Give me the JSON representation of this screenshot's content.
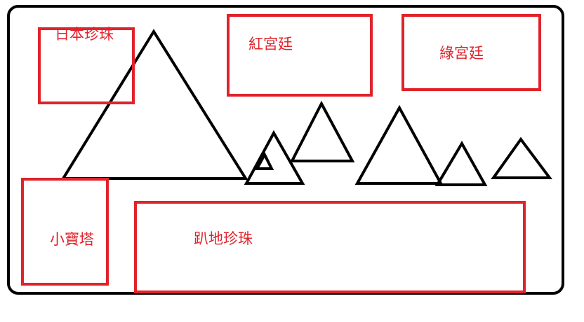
{
  "colors": {
    "outline": "#000000",
    "box": "#e0232b",
    "text": "#e0232b",
    "background": "#ffffff"
  },
  "labels": {
    "japan_pearl": "日本珍珠",
    "red_palace": "紅宮廷",
    "green_palace": "綠宮廷",
    "small_pagoda": "小寶塔",
    "ground_pearl": "趴地珍珠"
  }
}
